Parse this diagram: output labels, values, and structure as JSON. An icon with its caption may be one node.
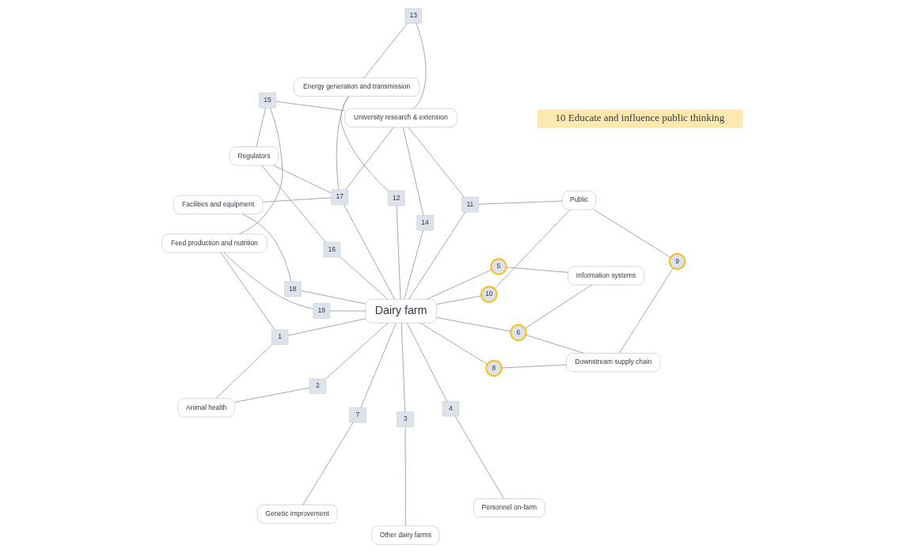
{
  "diagram": {
    "nodes": [
      {
        "text": [
          "Feed production and nutrition"
        ]
      },
      {
        "text": [
          "Animal health"
        ]
      },
      {
        "text": [
          "Other dairy farms"
        ]
      },
      {
        "text": [
          "19"
        ]
      },
      {
        "text": [
          "1"
        ]
      },
      {
        "text": [
          "2"
        ]
      },
      {
        "text": [
          "Personnel on-farm"
        ]
      },
      {
        "text": [
          "Facilities and equipment"
        ]
      },
      {
        "text": [
          "18"
        ]
      },
      {
        "text": [
          "3"
        ]
      },
      {
        "text": [
          "4"
        ]
      },
      {
        "text": [
          "Information systems"
        ]
      },
      {
        "text": [
          "17"
        ]
      },
      {
        "text": [
          "5"
        ]
      },
      {
        "text": [
          "6"
        ]
      },
      {
        "text": [
          "Dairy farm"
        ]
      },
      {
        "text": [
          "16"
        ]
      },
      {
        "text": [
          "Regulators"
        ]
      },
      {
        "text": [
          "7"
        ]
      },
      {
        "text": [
          "Genetic improvement"
        ]
      },
      {
        "text": [
          "14"
        ]
      },
      {
        "text": [
          "12"
        ]
      },
      {
        "text": [
          "10"
        ]
      },
      {
        "text": [
          "8"
        ]
      },
      {
        "text": [
          "Downstream supply chain"
        ]
      },
      {
        "text": [
          "15"
        ]
      },
      {
        "text": [
          "University research & extension"
        ]
      },
      {
        "text": [
          "11"
        ]
      },
      {
        "text": [
          "9"
        ]
      },
      {
        "text": [
          "Public"
        ]
      },
      {
        "text": [
          "13"
        ]
      },
      {
        "text": [
          "Energy generation and transmission"
        ]
      }
    ],
    "edges": [
      {
        "from": 0,
        "to": 4,
        "arrow": "none"
      },
      {
        "from": 1,
        "to": 4,
        "arrow": "none"
      },
      {
        "from": 4,
        "to": 15,
        "arrow": "none"
      },
      {
        "from": 1,
        "to": 5,
        "arrow": "none"
      },
      {
        "from": 5,
        "to": 15,
        "arrow": "none"
      },
      {
        "from": 2,
        "to": 9,
        "arrow": "none"
      },
      {
        "from": 9,
        "to": 15,
        "arrow": "none"
      },
      {
        "from": 6,
        "to": 10,
        "arrow": "none"
      },
      {
        "from": 10,
        "to": 15,
        "arrow": "none"
      },
      {
        "from": 11,
        "to": 13,
        "arrow": "none"
      },
      {
        "from": 13,
        "to": 15,
        "arrow": "none"
      },
      {
        "from": 11,
        "to": 14,
        "arrow": "none"
      },
      {
        "from": 14,
        "to": 15,
        "arrow": "none"
      },
      {
        "from": 14,
        "to": 24,
        "arrow": "none"
      },
      {
        "from": 15,
        "to": 18,
        "arrow": "none"
      },
      {
        "from": 18,
        "to": 19,
        "arrow": "none"
      },
      {
        "from": 15,
        "to": 23,
        "arrow": "none"
      },
      {
        "from": 23,
        "to": 24,
        "arrow": "none"
      },
      {
        "from": 29,
        "to": 28,
        "arrow": "none"
      },
      {
        "from": 28,
        "to": 24,
        "arrow": "none"
      },
      {
        "from": 15,
        "to": 22,
        "arrow": "none"
      },
      {
        "from": 22,
        "to": 29,
        "arrow": "none"
      },
      {
        "from": 15,
        "to": 27,
        "arrow": "none"
      },
      {
        "from": 27,
        "to": 26,
        "arrow": "none"
      },
      {
        "from": 27,
        "to": 29,
        "arrow": "none"
      },
      {
        "from": 15,
        "to": 21,
        "arrow": "none"
      },
      {
        "from": 21,
        "to": 31,
        "arrow": "none"
      },
      {
        "from": 26,
        "to": 30,
        "arrow": "none"
      },
      {
        "from": 30,
        "to": 31,
        "arrow": "none"
      },
      {
        "from": 15,
        "to": 20,
        "arrow": "none"
      },
      {
        "from": 20,
        "to": 26,
        "arrow": "none"
      },
      {
        "from": 0,
        "to": 25,
        "arrow": "none"
      },
      {
        "from": 17,
        "to": 25,
        "arrow": "none"
      },
      {
        "from": 25,
        "to": 26,
        "arrow": "none"
      },
      {
        "from": 15,
        "to": 16,
        "arrow": "none"
      },
      {
        "from": 16,
        "to": 17,
        "arrow": "none"
      },
      {
        "from": 7,
        "to": 12,
        "arrow": "none"
      },
      {
        "from": 12,
        "to": 15,
        "arrow": "none"
      },
      {
        "from": 12,
        "to": 17,
        "arrow": "none"
      },
      {
        "from": 12,
        "to": 26,
        "arrow": "none"
      },
      {
        "from": 12,
        "to": 31,
        "arrow": "none"
      },
      {
        "from": 7,
        "to": 8,
        "arrow": "none"
      },
      {
        "from": 8,
        "to": 15,
        "arrow": "none"
      },
      {
        "from": 0,
        "to": 3,
        "arrow": "none"
      },
      {
        "from": 3,
        "to": 15,
        "arrow": "none"
      }
    ],
    "labels": [
      "10 Educate and influence public thinking"
    ]
  }
}
